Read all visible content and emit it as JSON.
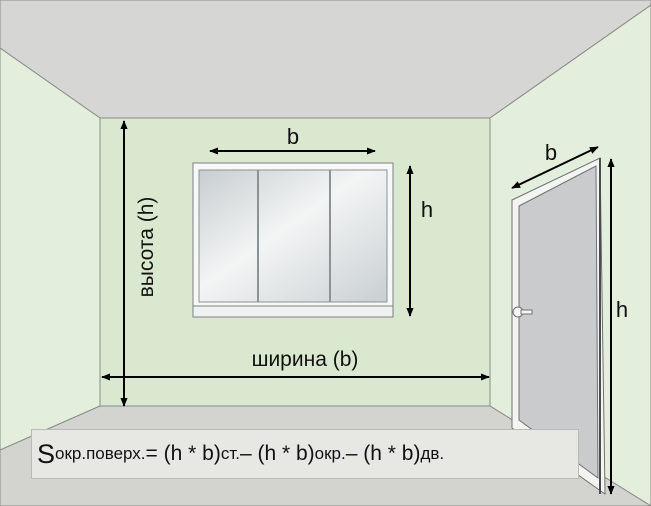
{
  "labels": {
    "window_width": "b",
    "window_height": "h",
    "wall_height": "высота (h)",
    "wall_width": "ширина (b)",
    "door_width": "b",
    "door_height": "h"
  },
  "formula": {
    "s": "S",
    "s_sub": "окр.поверх.",
    "eq_open": "= (h * b)",
    "wall_sub": "ст.",
    "minus_window": " – (h * b)",
    "window_sub": "окр.",
    "minus_door": " – (h * b)",
    "door_sub": "дв."
  },
  "colors": {
    "back_wall": "#d9e8cf",
    "side_walls": "#e3efdc",
    "ceiling": "#d6d7d5",
    "floor": "#d3d4d0",
    "door": "#c9cbcd",
    "glass": "#dfe3e4",
    "arrows": "#000000"
  }
}
